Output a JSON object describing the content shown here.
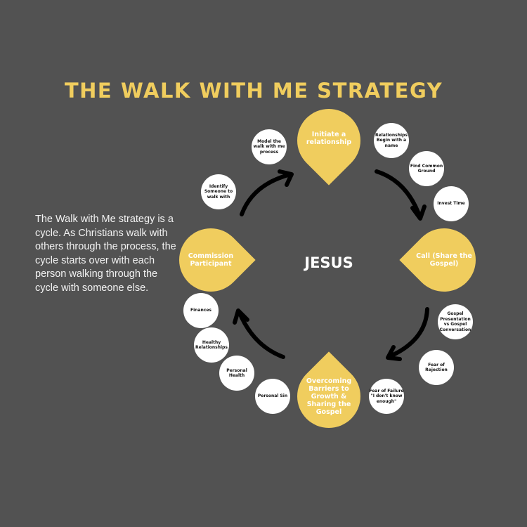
{
  "title": "THE WALK WITH ME STRATEGY",
  "description": "The Walk with Me strategy is a cycle. As Christians walk with others through the process, the cycle starts over with each  person walking through the cycle with someone else.",
  "center": "JESUS",
  "stages": [
    {
      "label": "Initiate a relationship",
      "steps": [
        "Relationships Begin with a name",
        "Find Common Ground",
        "Invest Time"
      ]
    },
    {
      "label": "Call (Share the Gospel)",
      "steps": [
        "Gospel Presentation vs Gospel Conversation",
        "Fear of Rejection",
        "Fear of Failure \"I don't know enough\""
      ]
    },
    {
      "label": "Overcoming Barriers to Growth & Sharing the Gospel",
      "steps": [
        "Personal Sin",
        "Personal Health",
        "Healthy Relationships",
        "Finances"
      ]
    },
    {
      "label": "Commission Participant",
      "steps": [
        "Identify Someone to walk with",
        "Model the walk with me process"
      ]
    }
  ],
  "colors": {
    "background": "#525252",
    "accent": "#f0cd5e"
  }
}
